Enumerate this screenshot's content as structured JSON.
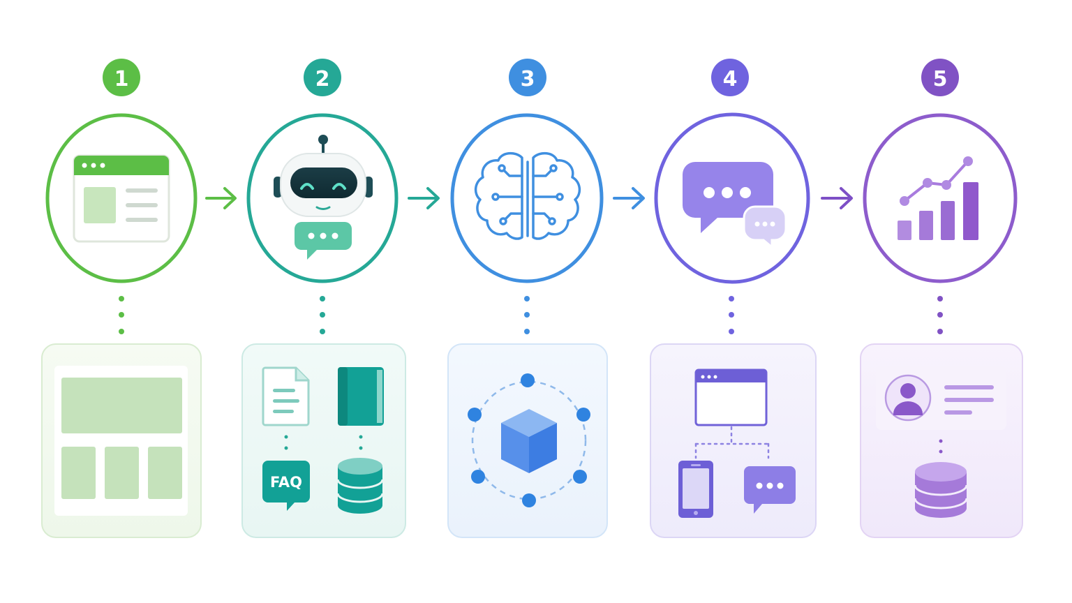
{
  "colors": {
    "step1": "#5cbe46",
    "step2": "#25a896",
    "step3": "#3f8fe0",
    "step4": "#6f63df",
    "step5": "#8052c4"
  },
  "steps": [
    {
      "number": "1",
      "icon": "browser-window-icon"
    },
    {
      "number": "2",
      "icon": "chatbot-robot-icon"
    },
    {
      "number": "3",
      "icon": "brain-circuit-icon"
    },
    {
      "number": "4",
      "icon": "chat-bubbles-icon"
    },
    {
      "number": "5",
      "icon": "growth-chart-icon"
    }
  ],
  "cards": [
    {
      "icons": [
        "page-layout-icon"
      ]
    },
    {
      "icons": [
        "document-icon",
        "book-icon",
        "faq-bubble-icon",
        "database-icon"
      ],
      "faq_label": "FAQ"
    },
    {
      "icons": [
        "cube-network-icon"
      ]
    },
    {
      "icons": [
        "browser-window-icon",
        "smartphone-icon",
        "chat-bubble-icon"
      ]
    },
    {
      "icons": [
        "user-profile-card-icon",
        "database-icon"
      ]
    }
  ]
}
